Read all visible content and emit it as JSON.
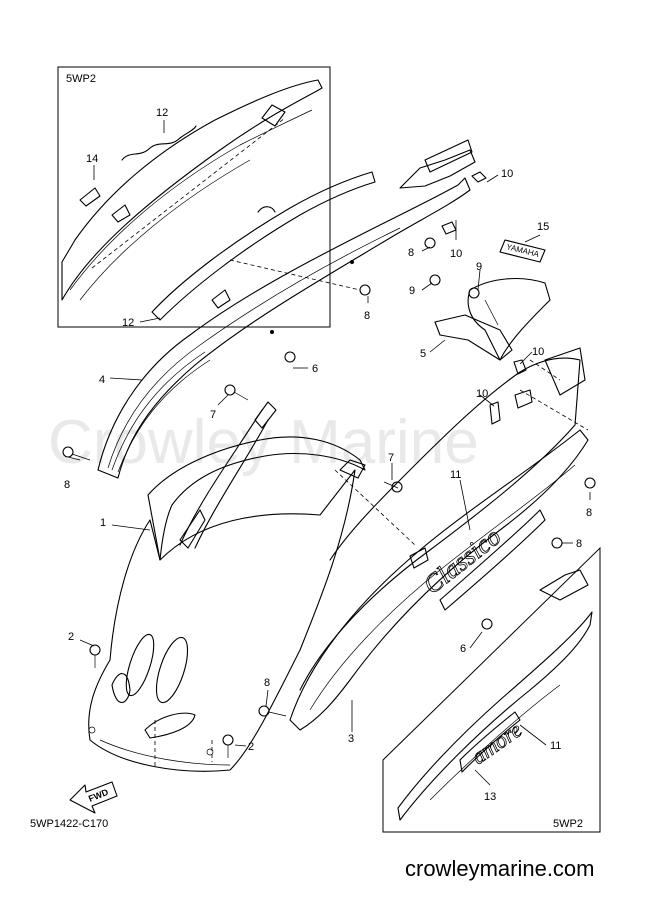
{
  "diagram": {
    "watermark": "Crowley Marine",
    "inset_top_label": "5WP2",
    "inset_bottom_label": "5WP2",
    "drawing_code": "5WP1422-C170",
    "fwd_label": "FWD",
    "footer_url": "crowleymarine.com",
    "decal_text": "YAMAHA",
    "badge_main": "Classico",
    "badge_inset": "amore",
    "callouts": [
      {
        "id": "c1",
        "text": "1"
      },
      {
        "id": "c2a",
        "text": "2"
      },
      {
        "id": "c2b",
        "text": "2"
      },
      {
        "id": "c3",
        "text": "3"
      },
      {
        "id": "c4",
        "text": "4"
      },
      {
        "id": "c5",
        "text": "5"
      },
      {
        "id": "c6a",
        "text": "6"
      },
      {
        "id": "c6b",
        "text": "6"
      },
      {
        "id": "c7a",
        "text": "7"
      },
      {
        "id": "c7b",
        "text": "7"
      },
      {
        "id": "c8a",
        "text": "8"
      },
      {
        "id": "c8b",
        "text": "8"
      },
      {
        "id": "c8c",
        "text": "8"
      },
      {
        "id": "c8d",
        "text": "8"
      },
      {
        "id": "c8e",
        "text": "8"
      },
      {
        "id": "c8f",
        "text": "8"
      },
      {
        "id": "c9a",
        "text": "9"
      },
      {
        "id": "c9b",
        "text": "9"
      },
      {
        "id": "c10a",
        "text": "10"
      },
      {
        "id": "c10b",
        "text": "10"
      },
      {
        "id": "c10c",
        "text": "10"
      },
      {
        "id": "c10d",
        "text": "10"
      },
      {
        "id": "c11a",
        "text": "11"
      },
      {
        "id": "c11b",
        "text": "11"
      },
      {
        "id": "c12a",
        "text": "12"
      },
      {
        "id": "c12b",
        "text": "12"
      },
      {
        "id": "c13",
        "text": "13"
      },
      {
        "id": "c14",
        "text": "14"
      },
      {
        "id": "c15",
        "text": "15"
      }
    ]
  }
}
